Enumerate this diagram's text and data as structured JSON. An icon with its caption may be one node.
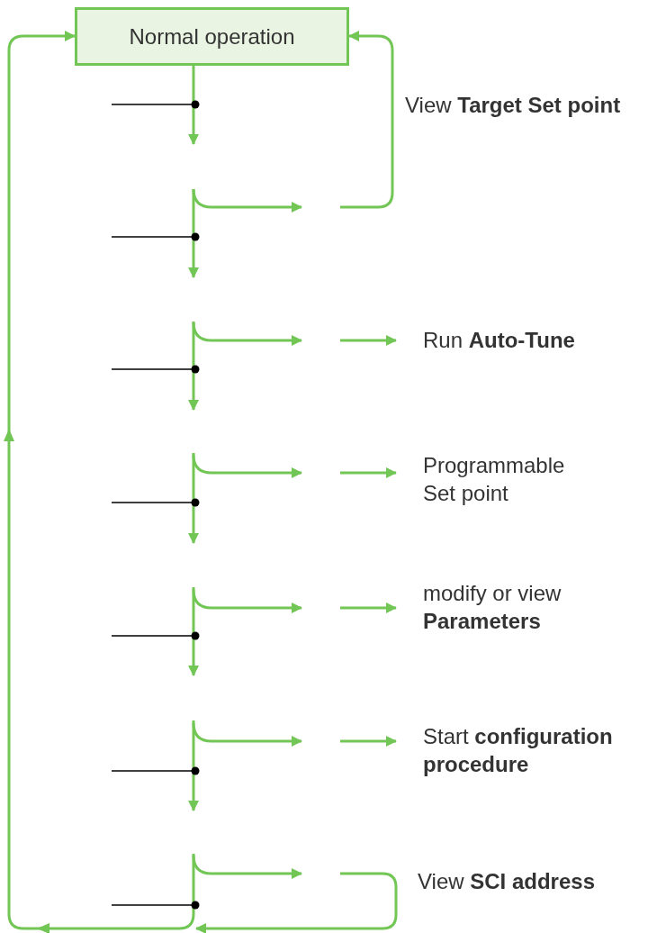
{
  "diagram": {
    "nodes": [
      {
        "text": [
          "Normal operation"
        ]
      },
      {
        "text": [
          "Run **Auto-Tune**"
        ]
      },
      {
        "text": [
          "Programmable Set point"
        ]
      },
      {
        "text": [
          "modify or view **Parameters**"
        ]
      },
      {
        "text": [
          "Start **configuration procedure**"
        ]
      }
    ],
    "edges": [
      {
        "from": 0,
        "to": null,
        "arrow": "to"
      },
      {
        "from": null,
        "to": 0,
        "arrow": "to"
      },
      {
        "from": null,
        "to": 1,
        "arrow": "to"
      },
      {
        "from": null,
        "to": 2,
        "arrow": "to"
      },
      {
        "from": null,
        "to": 3,
        "arrow": "to"
      },
      {
        "from": null,
        "to": 4,
        "arrow": "to"
      },
      {
        "from": null,
        "to": 0,
        "arrow": "to"
      }
    ],
    "labels": [
      "View **Target Set point**",
      "View **SCI address**"
    ]
  }
}
